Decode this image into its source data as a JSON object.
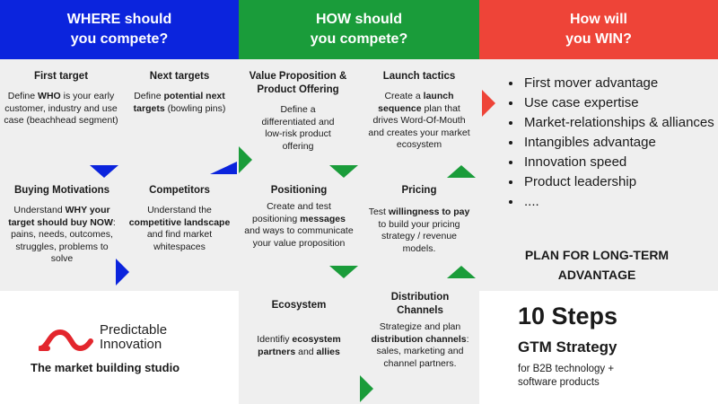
{
  "colors": {
    "where": "#0b24dd",
    "how": "#1a9c3a",
    "win": "#ee4438",
    "panel": "#efefef",
    "logo": "#e3262d"
  },
  "headers": {
    "where": [
      "WHERE should",
      "you compete?"
    ],
    "how": [
      "HOW should",
      "you compete?"
    ],
    "win": [
      "How will",
      "you WIN?"
    ]
  },
  "where_cells": [
    {
      "title": "First target",
      "body": [
        "Define ",
        {
          "b": "WHO"
        },
        " is your early customer, industry and use case (beachhead segment)"
      ]
    },
    {
      "title": "Next targets",
      "body": [
        "Define ",
        {
          "b": "potential next targets"
        },
        " (bowling pins)"
      ]
    },
    {
      "title": "Buying Motivations",
      "body": [
        "Understand ",
        {
          "b": "WHY your target should buy NOW"
        },
        ": pains, needs, outcomes, struggles, problems to solve"
      ]
    },
    {
      "title": "Competitors",
      "body": [
        "Understand the ",
        {
          "b": "competitive landscape"
        },
        " and find market whitespaces"
      ]
    }
  ],
  "how_cells": [
    {
      "title": "Value Proposition & Product Offering",
      "body": [
        "Define a differentiated and low-risk product offering"
      ]
    },
    {
      "title": "Launch tactics",
      "body": [
        "Create a ",
        {
          "b": "launch sequence"
        },
        " plan that drives Word-Of-Mouth and creates your market ecosystem"
      ]
    },
    {
      "title": "Positioning",
      "body": [
        "Create and test positioning ",
        {
          "b": "messages"
        },
        " and ways to communicate your value proposition"
      ]
    },
    {
      "title": "Pricing",
      "body": [
        "Test ",
        {
          "b": "willingness to pay"
        },
        " to build your pricing strategy / revenue models."
      ]
    },
    {
      "title": "Ecosystem",
      "body": [
        "Identifiy ",
        {
          "b": "ecosystem partners"
        },
        " and ",
        {
          "b": "allies"
        }
      ]
    },
    {
      "title": "Distribution Channels",
      "body": [
        "Strategize and plan ",
        {
          "b": "distribution channels"
        },
        ": sales, marketing and channel partners."
      ]
    }
  ],
  "advantages": [
    "First mover advantage",
    "Use case expertise",
    "Market-relationships & alliances",
    "Intangibles advantage",
    "Innovation speed",
    "Product leadership",
    "...."
  ],
  "plan_text": [
    "PLAN FOR LONG-TERM",
    "ADVANTAGE"
  ],
  "steps": {
    "headline": "10 Steps",
    "subtitle": "GTM Strategy",
    "note": [
      "for B2B technology +",
      "software products"
    ]
  },
  "brand": {
    "name": [
      "Predictable",
      "Innovation"
    ],
    "tagline": "The market building studio"
  }
}
